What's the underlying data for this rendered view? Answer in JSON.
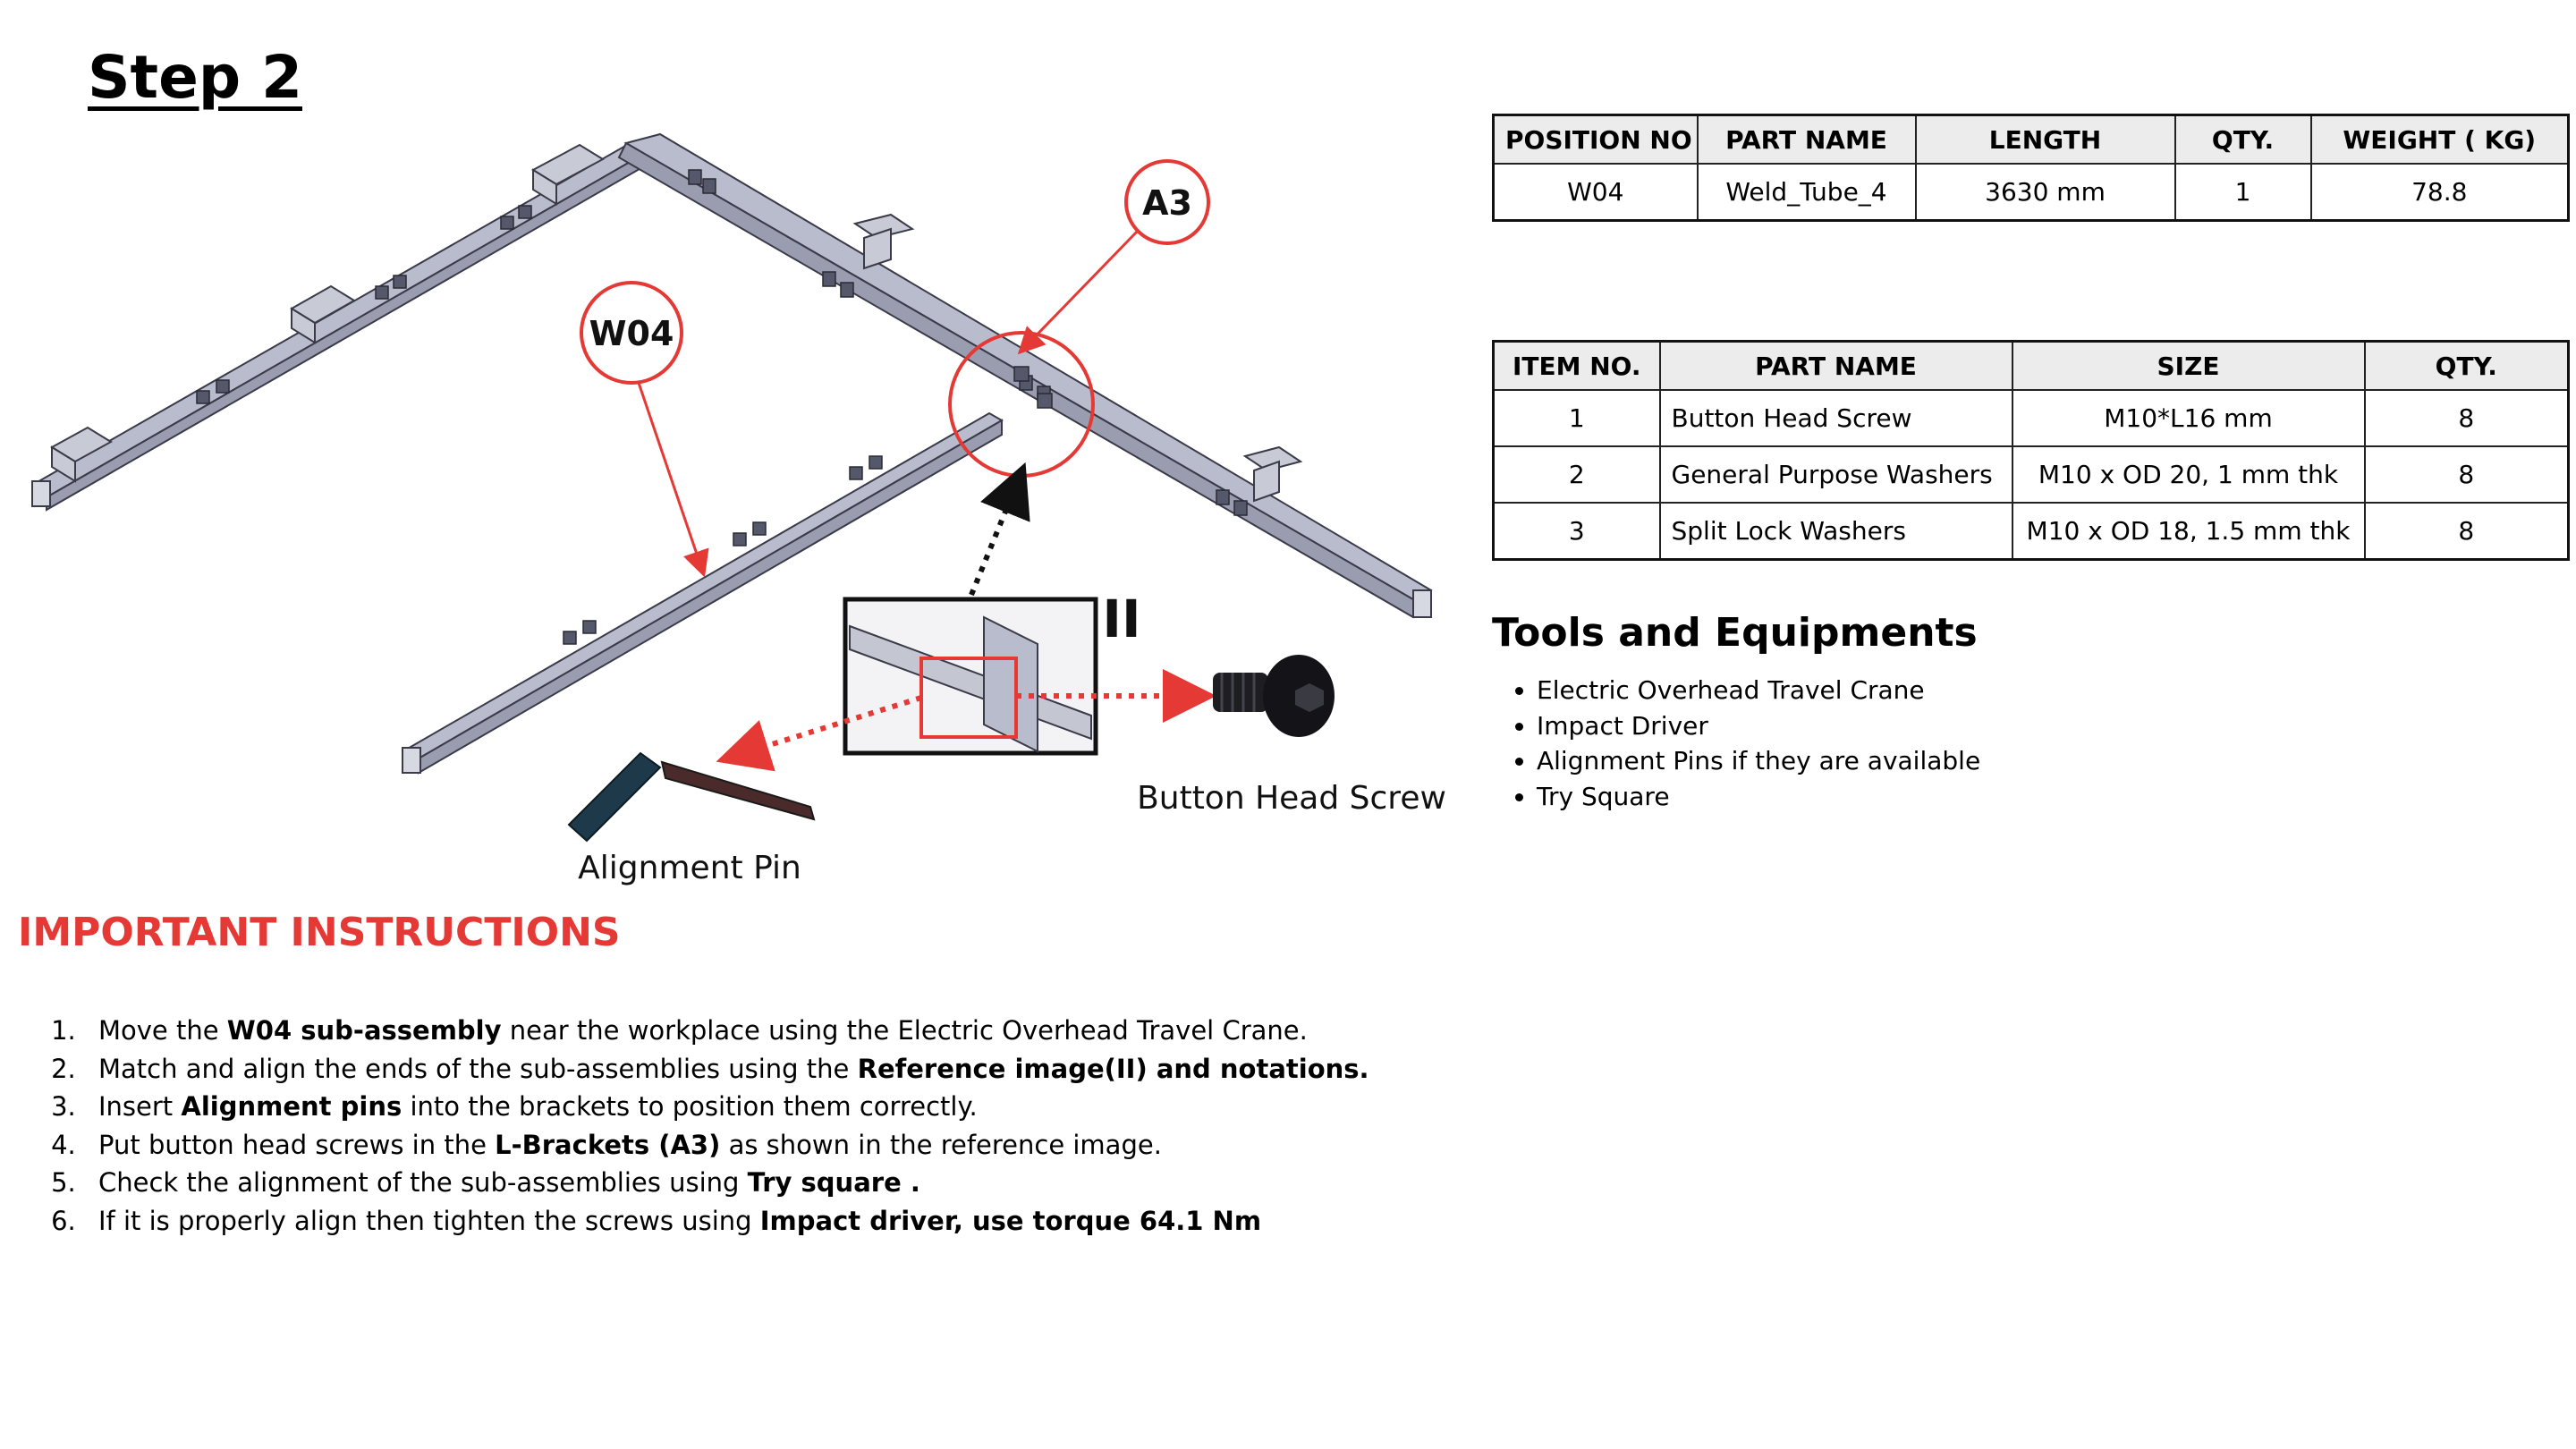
{
  "title": "Step 2",
  "diagram": {
    "callout_w04": "W04",
    "callout_a3": "A3",
    "detail_marker": "II",
    "label_screw": "Button Head Screw",
    "label_pin": "Alignment Pin"
  },
  "weld_table": {
    "headers": [
      "POSITION NO",
      "PART NAME",
      "LENGTH",
      "QTY.",
      "WEIGHT ( KG)"
    ],
    "rows": [
      [
        "W04",
        "Weld_Tube_4",
        "3630 mm",
        "1",
        "78.8"
      ]
    ]
  },
  "parts_table": {
    "headers": [
      "ITEM NO.",
      "PART NAME",
      "SIZE",
      "QTY."
    ],
    "rows": [
      [
        "1",
        "Button Head Screw",
        "M10*L16 mm",
        "8"
      ],
      [
        "2",
        "General Purpose Washers",
        "M10 x OD 20, 1 mm thk",
        "8"
      ],
      [
        "3",
        "Split Lock Washers",
        "M10 x OD 18, 1.5 mm thk",
        "8"
      ]
    ]
  },
  "tools": {
    "heading": "Tools and Equipments",
    "items": [
      "Electric Overhead Travel Crane",
      "Impact Driver",
      "Alignment Pins if they are available",
      "Try Square"
    ]
  },
  "instructions": {
    "heading": "IMPORTANT INSTRUCTIONS",
    "items": [
      {
        "pre": "Move the ",
        "bold": "W04 sub-assembly",
        "post": " near the workplace using the Electric Overhead Travel Crane."
      },
      {
        "pre": "Match and align the ends of the sub-assemblies using the ",
        "bold": "Reference image(II) and notations.",
        "post": ""
      },
      {
        "pre": "Insert ",
        "bold": "Alignment pins",
        "post": " into the brackets to position them correctly."
      },
      {
        "pre": "Put button head screws in the ",
        "bold": "L-Brackets (A3)",
        "post": " as shown in the reference image."
      },
      {
        "pre": "Check the alignment of the sub-assemblies using ",
        "bold": "Try square .",
        "post": ""
      },
      {
        "pre": "If it is properly align then tighten the screws using ",
        "bold": "Impact driver, use torque 64.1 Nm",
        "post": ""
      }
    ]
  },
  "colors": {
    "accent_red": "#e53935",
    "beam_fill": "#b9bccd",
    "beam_stroke": "#3a3a48"
  }
}
